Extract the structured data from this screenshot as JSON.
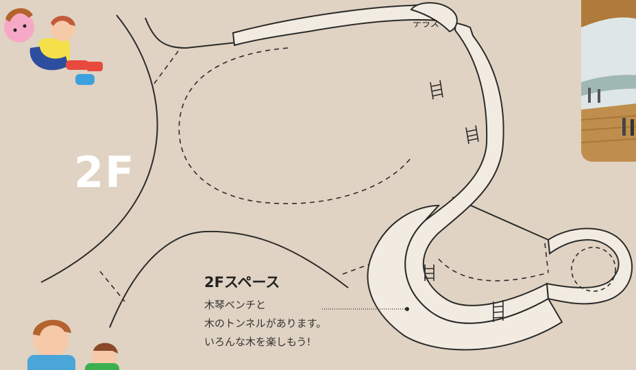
{
  "floor": {
    "label": "2F"
  },
  "terrace": {
    "label": "テラス"
  },
  "space": {
    "title": "2Fスペース",
    "lines": [
      "木琴ベンチと",
      "木のトンネルがあります。",
      "いろんな木を楽しもう!"
    ]
  },
  "colors": {
    "background": "#e0d3c3",
    "path_fill": "#f1ebe1",
    "line": "#2a2a2a",
    "floor_label": "#ffffff"
  },
  "icons": [
    "kids-playing-illustration-top",
    "kids-playing-illustration-bottom",
    "hall-photo"
  ]
}
